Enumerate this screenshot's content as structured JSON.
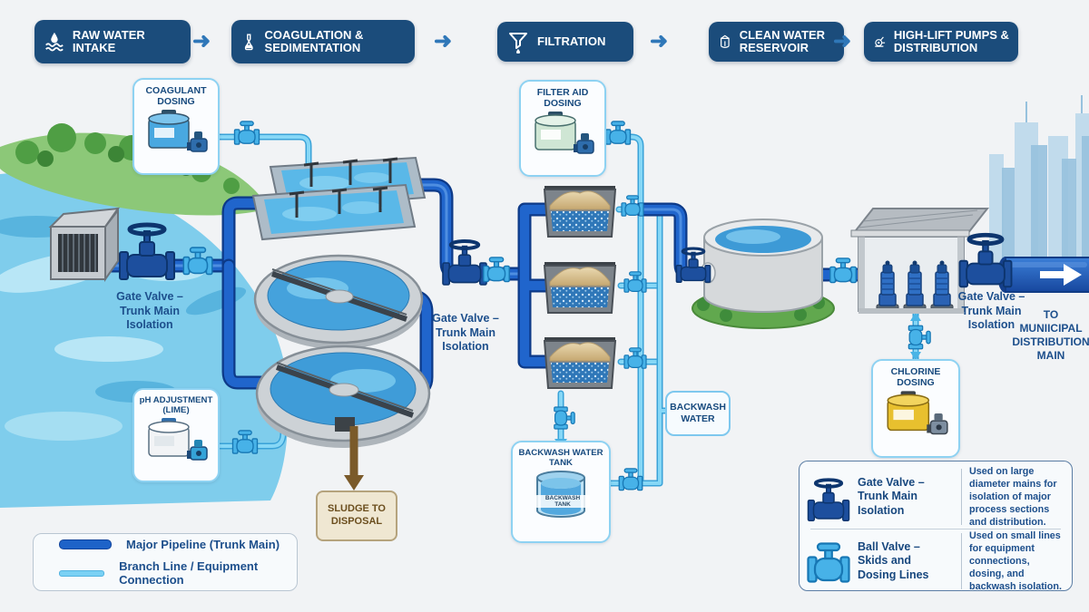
{
  "header": {
    "steps": [
      {
        "label": "RAW WATER INTAKE",
        "icon": "water-intake-icon"
      },
      {
        "label": "COAGULATION & SEDIMENTATION",
        "icon": "flask-icon"
      },
      {
        "label": "FILTRATION",
        "icon": "filter-icon"
      },
      {
        "label": "CLEAN WATER RESERVOIR",
        "icon": "reservoir-icon"
      },
      {
        "label": "HIGH-LIFT PUMPS & DISTRIBUTION",
        "icon": "pump-icon"
      }
    ]
  },
  "boxes": {
    "coagulant_dosing": "COAGULANT\nDOSING",
    "ph_adjustment": "pH ADJUSTMENT\n(LIME)",
    "filter_aid_dosing": "FILTER AID\nDOSING",
    "backwash_tank_title": "BACKWASH WATER\nTANK",
    "backwash_tank_band": "BACKWASH TANK",
    "chlorine_dosing": "CHLORINE\nDOSING",
    "sludge_to_disposal": "SLUDGE TO\nDISPOSAL",
    "backwash_water": "BACKWASH\nWATER"
  },
  "labels": {
    "gate_valve_intake": "Gate Valve –\nTrunk Main\nIsolation",
    "gate_valve_mid": "Gate Valve –\nTrunk Main\nIsolation",
    "gate_valve_outlet": "Gate Valve –\nTrunk Main\nIsolation",
    "to_municipal": "TO\nMUNIICIPAL\nDISTRIBUTION\nMAIN"
  },
  "line_legend": {
    "major": "Major Pipeline (Trunk Main)",
    "branch": "Branch Line / Equipment Connection"
  },
  "valve_legend": {
    "gate_name": "Gate Valve –\nTrunk Main Isolation",
    "gate_desc": "Used on large diameter mains for isolation of major process sections and distribution.",
    "ball_name": "Ball Valve –\nSkids and\nDosing Lines",
    "ball_desc": "Used on small lines for equipment connections, dosing, and backwash isolation."
  },
  "colors": {
    "header_bg": "#1b4c7b",
    "trunk_pipe": "#1e63c8",
    "branch_line": "#7ad1f4",
    "navy_text": "#1d4f8c",
    "sludge_brown": "#7a5a2a"
  }
}
